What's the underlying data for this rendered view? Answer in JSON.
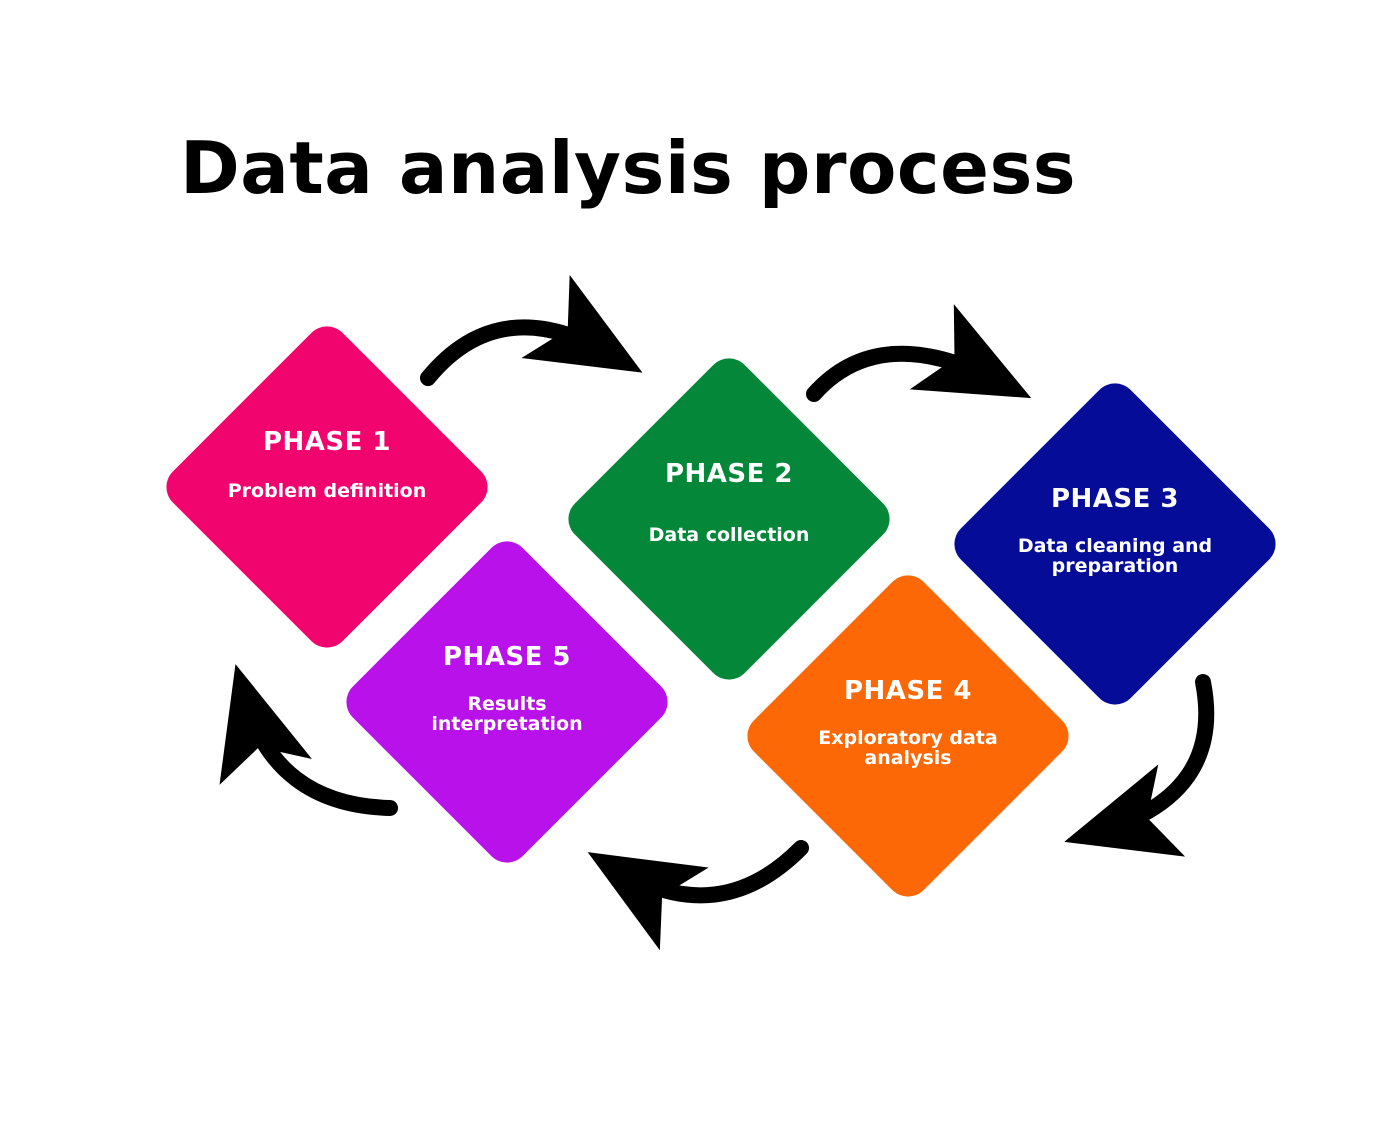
{
  "title": "Data analysis process",
  "colors": {
    "phase1": "#f2046f",
    "phase2": "#05873a",
    "phase3": "#050c98",
    "phase4": "#fb6805",
    "phase5": "#b811ea",
    "arrows": "#000000",
    "text": "#ffffff"
  },
  "phases": [
    {
      "label": "PHASE 1",
      "description": "Problem definition"
    },
    {
      "label": "PHASE 2",
      "description": "Data collection"
    },
    {
      "label": "PHASE 3",
      "description": "Data cleaning and preparation"
    },
    {
      "label": "PHASE 4",
      "description": "Exploratory data analysis"
    },
    {
      "label": "PHASE 5",
      "description": "Results interpretation"
    }
  ]
}
